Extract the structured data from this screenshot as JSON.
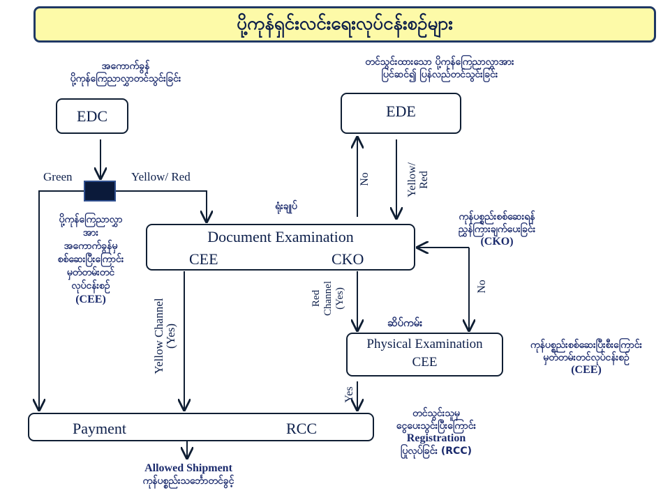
{
  "title": "ပို့ကုန်ရှင်းလင်းရေးလုပ်ငန်းစဉ်များ",
  "nodes": {
    "edc": "EDC",
    "ede": "EDE",
    "document_examination": {
      "title": "Document Examination",
      "left": "CEE",
      "right": "CKO"
    },
    "physical_examination": {
      "title": "Physical Examination",
      "sub": "CEE"
    },
    "payment_rcc": {
      "left": "Payment",
      "right": "RCC"
    }
  },
  "notes": {
    "edc_desc": [
      "အကောက်ခွန်",
      "ပို့ကုန်ကြေညာလွှာတင်သွင်းခြင်း"
    ],
    "ede_desc": [
      "တင်သွင်းထားသော ပို့ကုန်ကြေညာလွှာအား",
      "ပြင်ဆင်၍ ပြန်လည်တင်သွင်းခြင်း"
    ],
    "green_desc": [
      "ပို့ကုန်ကြေညာလွှာ",
      "အား",
      "အကောက်ခွန်မှ",
      "စစ်ဆေးပြီးကြောင်း",
      "မှတ်တမ်းတင်",
      "လုပ်ငန်းစဉ်",
      "(CEE)"
    ],
    "head_office": "ရုံးချုပ်",
    "cko_desc": [
      "ကုန်ပစ္စည်းစစ်ဆေးရန်",
      "ညွှန်ကြားချက်ပေးခြင်း",
      "(CKO)"
    ],
    "site": "ဆိပ်ကမ်း",
    "physical_desc": [
      "ကုန်ပစ္စည်းစစ်ဆေးပြီးစီးကြောင်း",
      "မှတ်တမ်းတင်လုပ်ငန်းစဉ်",
      "(CEE)"
    ],
    "rcc_desc": [
      "တင်သွင်းသူမှ",
      "ငွေပေးသွင်းပြီးကြောင်း",
      "Registration",
      "ပြုလုပ်ခြင်း (RCC)"
    ],
    "allowed": [
      "Allowed Shipment",
      "ကုန်ပစ္စည်းသင်္ဘောတင်ခွင့်"
    ]
  },
  "edge_labels": {
    "green": "Green",
    "yellow_red": "Yellow/ Red",
    "no_up": "No",
    "yellow_red_down": [
      "Yellow/",
      "Red"
    ],
    "no_side": "No",
    "red_channel": [
      "Red",
      "Channel",
      "(Yes)"
    ],
    "yellow_channel": [
      "Yellow Channel",
      "(Yes)"
    ],
    "yes": "Yes"
  },
  "colors": {
    "title_bg": "#fdfaa8",
    "border": "#1f3864",
    "text": "#0d1f4a",
    "decision": "#0b1a3a"
  }
}
